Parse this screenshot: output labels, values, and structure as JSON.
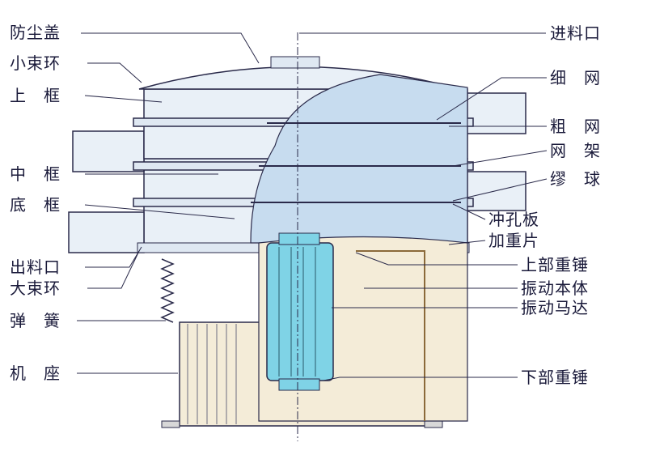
{
  "labels_left": {
    "dust_cover": "防尘盖",
    "small_ring": "小束环",
    "upper_frame": "上　框",
    "middle_frame": "中　框",
    "bottom_frame": "底　框",
    "outlet": "出料口",
    "large_ring": "大束环",
    "spring": "弹　簧",
    "base": "机　座"
  },
  "labels_right": {
    "inlet": "进料口",
    "fine_mesh": "细　网",
    "coarse_mesh": "粗　网",
    "mesh_frame": "网　架",
    "bouncing_balls": "缪　球",
    "punched_plate": "冲孔板",
    "weight_plate": "加重片",
    "upper_weight": "上部重锤",
    "vibrating_body": "振动本体",
    "vibrating_motor": "振动马达",
    "lower_weight": "下部重锤"
  },
  "colors": {
    "outline": "#2a2a4a",
    "body_fill": "#e9f0f7",
    "cut_fill": "#c7dcef",
    "motor_fill": "#7fd3e6",
    "base_fill": "#f4ecd8"
  }
}
